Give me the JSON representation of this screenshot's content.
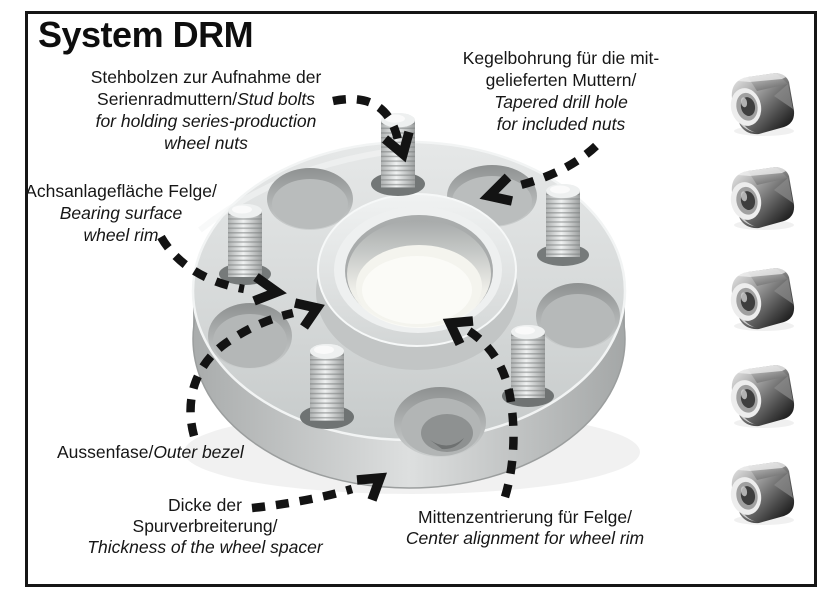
{
  "title": "System DRM",
  "annotations": {
    "stud_bolts": {
      "de_line1": "Stehbolzen zur Aufnahme der",
      "de_line2": "Serienradmuttern/",
      "en_line2": "Stud bolts",
      "en_line3": "for holding series-production",
      "en_line4": "wheel nuts"
    },
    "tapered_hole": {
      "de_line1": "Kegelbohrung für die mit-",
      "de_line2": "gelieferten Muttern/",
      "en_line3": "Tapered drill hole",
      "en_line4": "for included nuts"
    },
    "bearing_surface": {
      "de_line1": "Achsanlagefläche Felge/",
      "en_line2": "Bearing surface",
      "en_line3": "wheel rim"
    },
    "outer_bezel": {
      "de": "Aussenfase/",
      "en": "Outer bezel"
    },
    "thickness": {
      "de_line1": "Dicke der",
      "de_line2": "Spurverbreiterung/",
      "en_line3": "Thickness of the wheel spacer"
    },
    "center_alignment": {
      "de_line1": "Mittenzentrierung für Felge/",
      "en_line2": "Center alignment for wheel rim"
    }
  },
  "photo": {
    "subject": "aluminium wheel spacer with 5 stud bolts",
    "lug_nuts_count": 5
  },
  "colors": {
    "frame_border": "#161616",
    "text": "#161616",
    "arrow": "#131313",
    "metal_light": "#e3e5e5",
    "metal_mid": "#c9cccc",
    "nut_dark": "#1a1a1a"
  }
}
